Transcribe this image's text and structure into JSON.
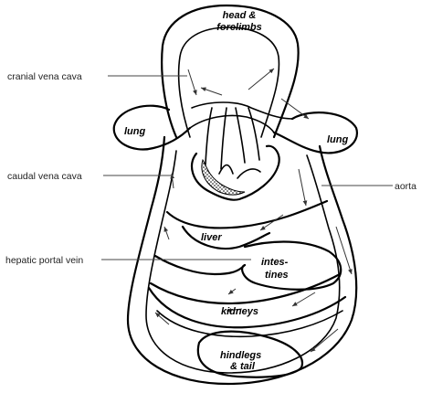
{
  "diagram": {
    "organs": {
      "head_line1": "head &",
      "head_line2": "forelimbs",
      "lung_left": "lung",
      "lung_right": "lung",
      "liver": "liver",
      "intestines_line1": "intes-",
      "intestines_line2": "tines",
      "kidneys": "kidneys",
      "hindlegs_line1": "hindlegs",
      "hindlegs_line2": "& tail"
    },
    "callouts": {
      "cranial_vena_cava": "cranial vena cava",
      "caudal_vena_cava": "caudal vena cava",
      "hepatic_portal_vein": "hepatic portal vein",
      "aorta": "aorta"
    }
  }
}
